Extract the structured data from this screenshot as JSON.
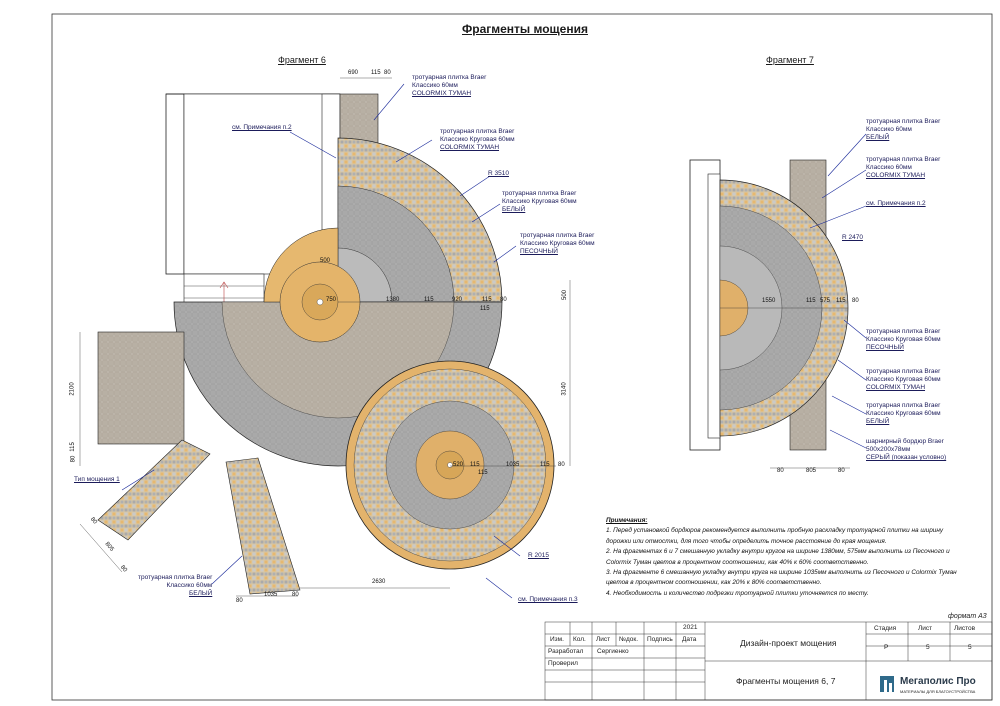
{
  "title": "Фрагменты мощения",
  "fragment6": {
    "heading": "Фрагмент 6",
    "labels": [
      {
        "lines": [
          "тротуарная плитка Braer",
          "Классико 60мм",
          "COLORMIX ТУМАН"
        ]
      },
      {
        "lines": [
          "тротуарная плитка Braer",
          "Классико Круговая 60мм",
          "COLORMIX ТУМАН"
        ]
      },
      {
        "lines": [
          "тротуарная плитка Braer",
          "Классико Круговая 60мм",
          "БЕЛЫЙ"
        ]
      },
      {
        "lines": [
          "тротуарная плитка Braer",
          "Классико Круговая 60мм",
          "ПЕСОЧНЫЙ"
        ]
      },
      {
        "lines": [
          "тротуарная плитка Braer",
          "Классико 60мм",
          "БЕЛЫЙ"
        ]
      }
    ],
    "note_ref_2": "см. Примечания п.2",
    "note_ref_3": "см. Примечания п.3",
    "paving_type": "Тип мощения 1",
    "radius_1": "R 3510",
    "radius_2": "R 2015",
    "dims": {
      "d690": "690",
      "d115a": "115",
      "d80a": "80",
      "d500": "500",
      "d750": "750",
      "d1380": "1380",
      "d115b": "115",
      "d920": "920",
      "d115c": "115",
      "d80b": "80",
      "d115d": "115",
      "d500v": "500",
      "d3140": "3140",
      "d2100": "2100",
      "d115v": "115",
      "d80v": "80",
      "d520": "520",
      "d115e": "115",
      "d1035": "1035",
      "d115f": "115",
      "d80c": "80",
      "d115g": "115",
      "d80d": "80",
      "d805": "805",
      "d80e": "80",
      "d80f": "80",
      "d1035b": "1035",
      "d80g": "80",
      "d2630": "2630"
    }
  },
  "fragment7": {
    "heading": "Фрагмент 7",
    "labels": [
      {
        "lines": [
          "тротуарная плитка Braer",
          "Классико 60мм",
          "БЕЛЫЙ"
        ]
      },
      {
        "lines": [
          "тротуарная плитка Braer",
          "Классико 60мм",
          "COLORMIX ТУМАН"
        ]
      },
      {
        "lines": [
          "тротуарная плитка Braer",
          "Классико Круговая 60мм",
          "ПЕСОЧНЫЙ"
        ]
      },
      {
        "lines": [
          "тротуарная плитка Braer",
          "Классико Круговая 60мм",
          "COLORMIX ТУМАН"
        ]
      },
      {
        "lines": [
          "тротуарная плитка Braer",
          "Классико Круговая 60мм",
          "БЕЛЫЙ"
        ]
      },
      {
        "lines": [
          "шарнирный бордюр Braer",
          "500х200х78мм",
          "СЕРЫЙ (показан условно)"
        ]
      }
    ],
    "note_ref_2": "см. Примечания п.2",
    "radius": "R 2470",
    "dims": {
      "d1550": "1550",
      "d115a": "115",
      "d575": "575",
      "d115b": "115",
      "d80a": "80",
      "d80b": "80",
      "d805": "805",
      "d80c": "80"
    }
  },
  "notes": {
    "title": "Примечания:",
    "items": [
      "1. Перед установкой бордюров рекомендуется выполнить пробную раскладку тротуарной плитки на ширину дорожки или отмостки, для того чтобы определить точное расстояние до края мощения.",
      "2. На фрагментах 6 и 7 смешанную укладку внутри кругов на ширине 1380мм, 575мм выполнить из Песочного и Colormix Туман цветов в процентном соотношении, как 40% к 60% соответственно.",
      "3. На фрагменте 6 смешанную укладку внутри круга на ширине 1035мм выполнить из Песочного и Colormix Туман цветов в процентном соотношении, как 20% к 80% соответственно.",
      "4. Необходимость и количество подрезки тротуарной плитки уточняется по месту."
    ]
  },
  "stamp": {
    "format": "формат А3",
    "year": "2021",
    "headers": [
      "Изм.",
      "Кол.",
      "Лист",
      "№док.",
      "Подпись",
      "Дата"
    ],
    "developed_label": "Разработал",
    "developer": "Сергиенко",
    "checked_label": "Проверил",
    "project": "Дизайн-проект мощения",
    "sheet_title": "Фрагменты мощения 6, 7",
    "stage_header": "Стадия",
    "sheet_header": "Лист",
    "sheets_header": "Листов",
    "stage": "Р",
    "sheet": "5",
    "sheets": "5",
    "company": "Мегаполис Про",
    "company_sub": "МАТЕРИАЛЫ ДЛЯ БЛАГОУСТРОЙСТВА"
  },
  "colors": {
    "sand": "#e2b56b",
    "grey": "#9a9a9a",
    "white": "#f1f1f1",
    "mix": "#bcaea0",
    "line": "#222222",
    "leader": "#1a2a9a"
  }
}
